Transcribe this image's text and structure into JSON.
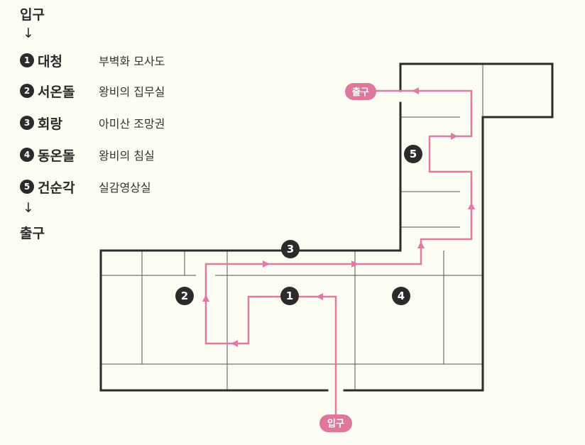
{
  "legend": {
    "entrance": "입구",
    "exit": "출구",
    "arrow": "↓",
    "items": [
      {
        "num": "1",
        "name": "대청",
        "desc": "부벽화 모사도"
      },
      {
        "num": "2",
        "name": "서온돌",
        "desc": "왕비의 집무실"
      },
      {
        "num": "3",
        "name": "회랑",
        "desc": "아미산 조망권"
      },
      {
        "num": "4",
        "name": "동온돌",
        "desc": "왕비의 침실"
      },
      {
        "num": "5",
        "name": "건순각",
        "desc": "실감영상실"
      }
    ]
  },
  "plan": {
    "entrance_label": "입구",
    "exit_label": "출구",
    "markers": [
      "1",
      "2",
      "3",
      "4",
      "5"
    ]
  },
  "colors": {
    "background": "#fdfdf4",
    "path": "#e07aa0",
    "tag": "#e0769c",
    "wall": "#2b2b2b",
    "marker": "#2b2b2b"
  }
}
